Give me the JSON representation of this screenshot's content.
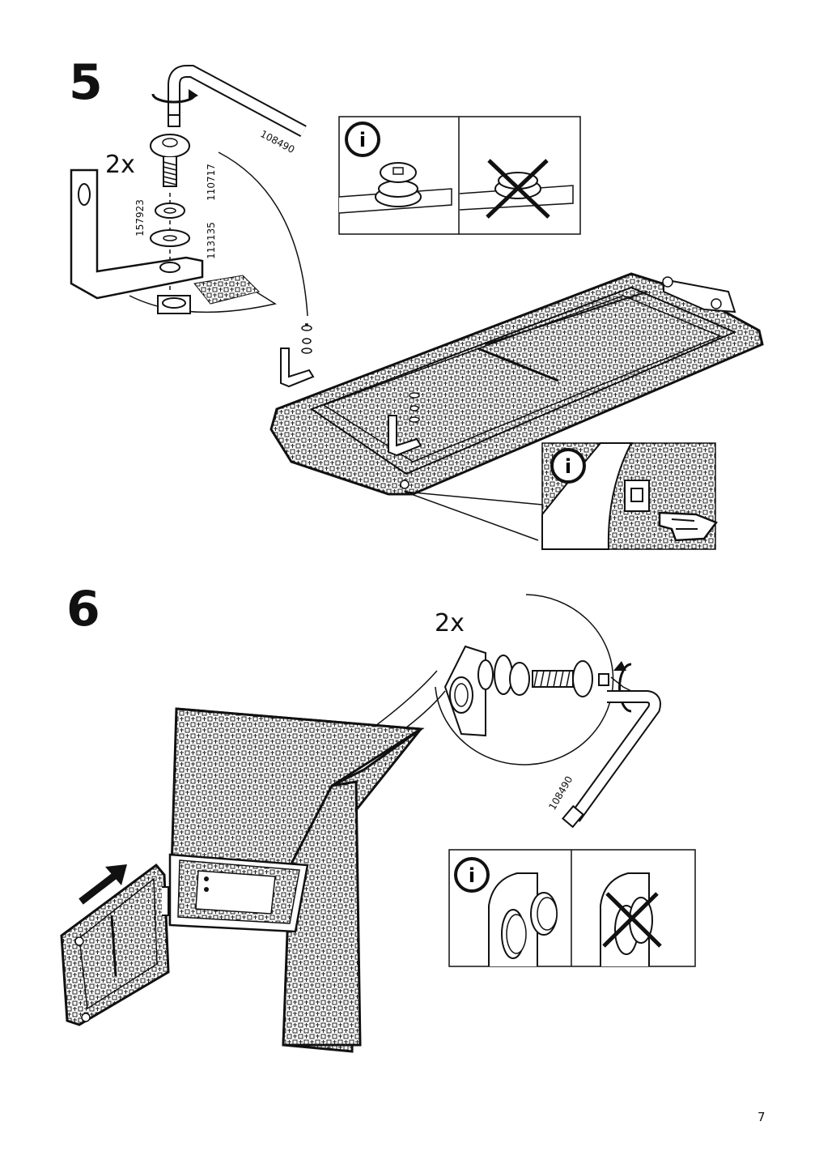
{
  "page": {
    "number": "7"
  },
  "step5": {
    "number": "5",
    "quantity": "2x",
    "parts": {
      "hex_key": "108490",
      "bolt": "110717",
      "spring_washer": "157923",
      "washer": "113135"
    },
    "info_symbol": "i"
  },
  "step6": {
    "number": "6",
    "quantity": "2x",
    "parts": {
      "hex_key": "108490"
    },
    "info_symbol": "i"
  }
}
